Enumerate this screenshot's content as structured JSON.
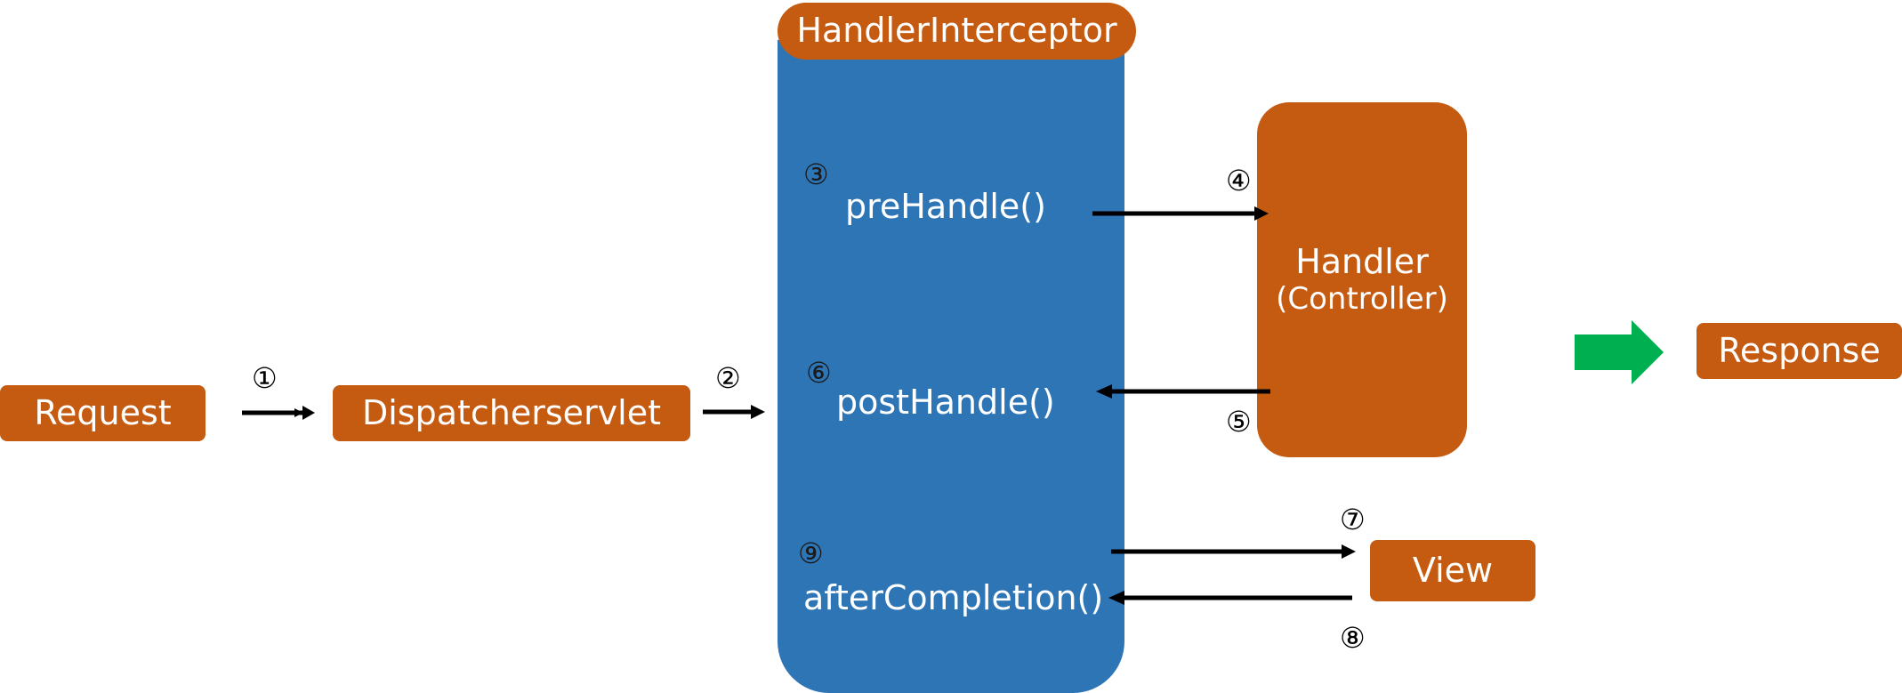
{
  "nodes": {
    "request": "Request",
    "dispatcher": "Dispatcherservlet",
    "interceptor": "HandlerInterceptor",
    "handler_line1": "Handler",
    "handler_line2": "(Controller)",
    "view": "View",
    "response": "Response"
  },
  "methods": {
    "pre_handle": "preHandle()",
    "post_handle": "postHandle()",
    "after_completion": "afterCompletion()"
  },
  "steps": {
    "s1": "①",
    "s2": "②",
    "s3": "③",
    "s4": "④",
    "s5": "⑤",
    "s6": "⑥",
    "s7": "⑦",
    "s8": "⑧",
    "s9": "⑨"
  },
  "colors": {
    "orange": "#c55a11",
    "blue": "#2e75b6",
    "green_arrow": "#00b050",
    "arrow": "#000000"
  }
}
